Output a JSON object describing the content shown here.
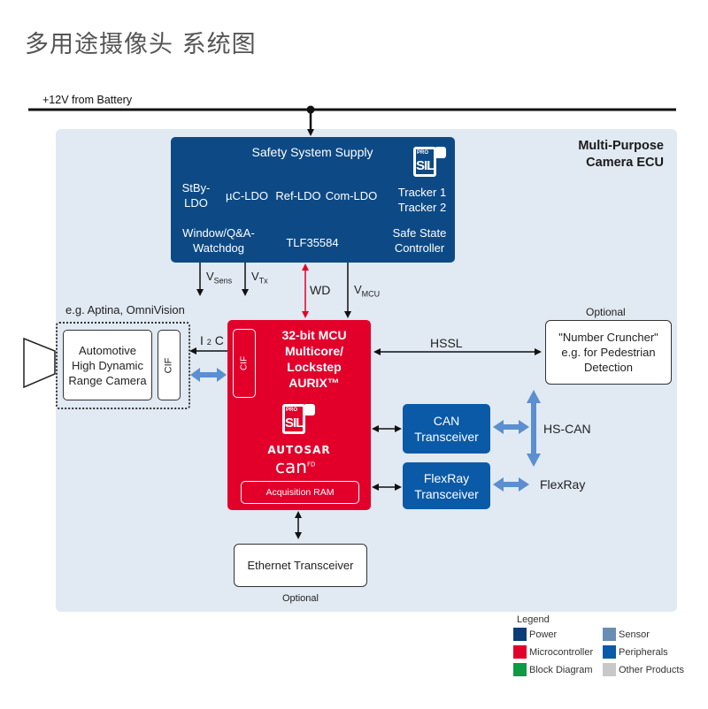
{
  "title": "多用途摄像头 系统图",
  "supply_line": {
    "label": "+12V from Battery"
  },
  "ecu": {
    "title_line1": "Multi-Purpose",
    "title_line2": "Camera ECU"
  },
  "power_box": {
    "title": "Safety System Supply",
    "stby_ldo_1": "StBy-",
    "stby_ldo_2": "LDO",
    "uc_ldo": "µC-LDO",
    "ref_ldo": "Ref-LDO",
    "com_ldo": "Com-LDO",
    "tracker1": "Tracker 1",
    "tracker2": "Tracker 2",
    "watchdog_1": "Window/Q&A-",
    "watchdog_2": "Watchdog",
    "part": "TLF35584",
    "safe_state_1": "Safe State",
    "safe_state_2": "Controller",
    "badge_top": "PRO",
    "badge_bottom": "SIL"
  },
  "signals": {
    "vsens_main": "V",
    "vsens_sub": "Sens",
    "vtx_main": "V",
    "vtx_sub": "Tx",
    "wd": "WD",
    "vmcu_main": "V",
    "vmcu_sub": "MCU",
    "i2c_main": "I",
    "i2c_sup": "2",
    "i2c_end": "C",
    "hssl": "HSSL",
    "hs_can": "HS-CAN",
    "flexray": "FlexRay"
  },
  "camera": {
    "vendors": "e.g. Aptina, OmniVision",
    "line1": "Automotive",
    "line2": "High Dynamic",
    "line3": "Range Camera",
    "cif": "CIF"
  },
  "mcu": {
    "line1": "32-bit MCU",
    "line2": "Multicore/",
    "line3": "Lockstep",
    "line4": "AURIX™",
    "cif": "CIF",
    "badge_top": "PRO",
    "badge_bottom": "SIL",
    "autosar": "AUTOSAR",
    "can": "can",
    "can_sup": "FD",
    "acq_ram": "Acquisition RAM"
  },
  "number_cruncher": {
    "optional": "Optional",
    "line1": "\"Number Cruncher\"",
    "line2": "e.g. for Pedestrian",
    "line3": "Detection"
  },
  "can_transceiver": {
    "line1": "CAN",
    "line2": "Transceiver"
  },
  "flexray_transceiver": {
    "line1": "FlexRay",
    "line2": "Transceiver"
  },
  "ethernet": {
    "label": "Ethernet Transceiver",
    "optional": "Optional"
  },
  "legend": {
    "title": "Legend",
    "items": [
      {
        "label": "Power",
        "color": "#0d3d78"
      },
      {
        "label": "Sensor",
        "color": "#6a8db3"
      },
      {
        "label": "Microcontroller",
        "color": "#e2002b"
      },
      {
        "label": "Peripherals",
        "color": "#0a5aa8"
      },
      {
        "label": "Block Diagram",
        "color": "#0c9a45"
      },
      {
        "label": "Other Products",
        "color": "#c8c8c8"
      }
    ]
  },
  "colors": {
    "power": "#0d4a85",
    "mcu": "#e2002b",
    "peripheral": "#0a5aa8",
    "ecu_bg": "#e1e9f2",
    "bus_arrow": "#5b8fcf",
    "wd_arrow": "#e2002b"
  }
}
